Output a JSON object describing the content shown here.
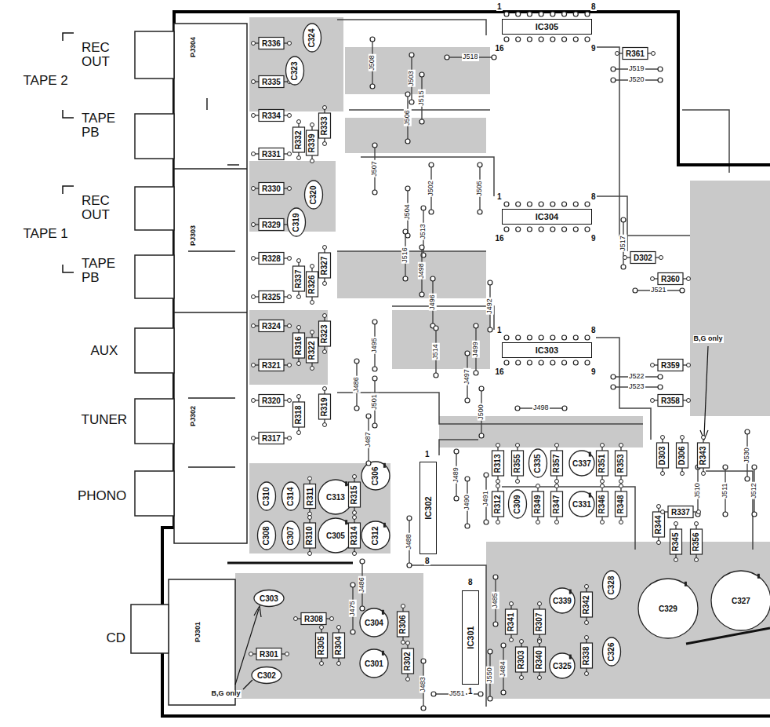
{
  "diagram": {
    "nodes": [
      {
        "text": [
          "IC305"
        ]
      },
      {
        "text": [
          "IC304"
        ]
      },
      {
        "text": [
          "IC303"
        ]
      },
      {
        "text": [
          "IC302"
        ]
      },
      {
        "text": [
          "IC301"
        ]
      }
    ],
    "labels": [
      "REC OUT",
      "TAPE 2",
      "TAPE PB",
      "REC OUT",
      "TAPE 1",
      "TAPE PB",
      "AUX",
      "TUNER",
      "PHONO",
      "CD",
      "PJ304",
      "PJ303",
      "PJ302",
      "PJ301",
      "R336",
      "R335",
      "R334",
      "R331",
      "R330",
      "R329",
      "R328",
      "R325",
      "R324",
      "R321",
      "R320",
      "R317",
      "R332",
      "R339",
      "R333",
      "R337",
      "R326",
      "R327",
      "R316",
      "R322",
      "R323",
      "R318",
      "R319",
      "C324",
      "C323",
      "C320",
      "C319",
      "C310",
      "C314",
      "R311",
      "C313",
      "R315",
      "C306",
      "C308",
      "C307",
      "R310",
      "C305",
      "R314",
      "C312",
      "J508",
      "J503",
      "J506",
      "J515",
      "J518",
      "J507",
      "J502",
      "J505",
      "J504",
      "J513",
      "J516",
      "J498",
      "J496",
      "J492",
      "J495",
      "J514",
      "J499",
      "J497",
      "J486",
      "J501",
      "J500",
      "J498",
      "J487",
      "J489",
      "J490",
      "J491",
      "J488",
      "J519",
      "J520",
      "J517",
      "J521",
      "J522",
      "J523",
      "J530",
      "J510",
      "J511",
      "J512",
      "R313",
      "R355",
      "C335",
      "R357",
      "C337",
      "R351",
      "R353",
      "R312",
      "C309",
      "R349",
      "R347",
      "C331",
      "R346",
      "R348",
      "R361",
      "D302",
      "R360",
      "R359",
      "R358",
      "B,G only",
      "R343",
      "D303",
      "D306",
      "R344",
      "R337",
      "R345",
      "R356",
      "C329",
      "C327",
      "C303",
      "R308",
      "R305",
      "R304",
      "C304",
      "R306",
      "R302",
      "C301",
      "R301",
      "C302",
      "B,G only",
      "J486",
      "J475",
      "J483",
      "J551",
      "J485",
      "R341",
      "R307",
      "C339",
      "R342",
      "C328",
      "J484",
      "J550",
      "R303",
      "R340",
      "C325",
      "R338",
      "C326",
      "1",
      "8",
      "16",
      "9",
      "1",
      "8",
      "16",
      "9",
      "1",
      "8",
      "16",
      "9",
      "1",
      "8",
      "8",
      "1"
    ]
  }
}
